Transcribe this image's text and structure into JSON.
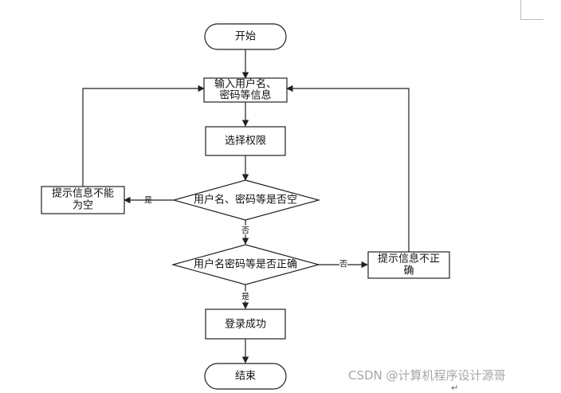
{
  "nodes": {
    "start": "开始",
    "input_line1": "输入用户名、",
    "input_line2": "密码等信息",
    "select": "选择权限",
    "check_empty": "用户名、密码等是否空",
    "check_correct": "用户名密码等是否正确",
    "empty_line1": "提示信息不能",
    "empty_line2": "为空",
    "wrong_line1": "提示信息不正",
    "wrong_line2": "确",
    "success": "登录成功",
    "end": "结束"
  },
  "edges": {
    "empty_yes": "是",
    "empty_no": "否",
    "correct_no": "否",
    "correct_yes": "是"
  },
  "watermark": "CSDN @计算机程序设计源哥",
  "return_mark": "↵"
}
